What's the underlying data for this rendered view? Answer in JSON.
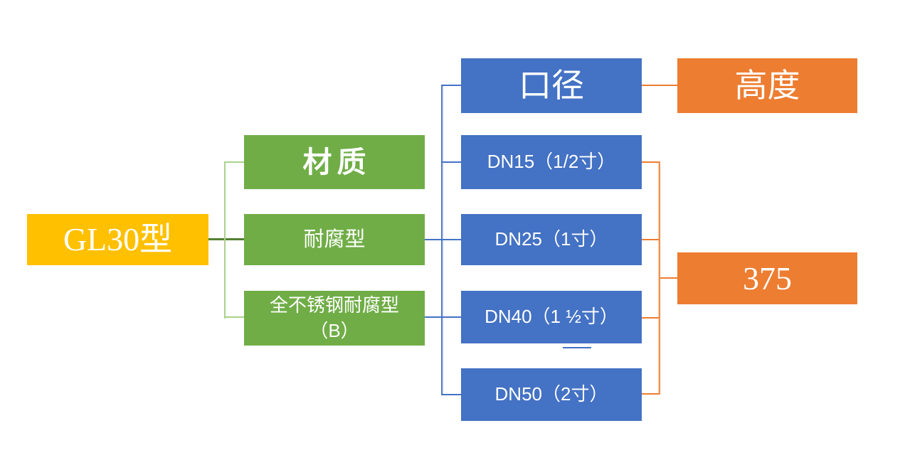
{
  "nodes": {
    "root": "GL30型",
    "material_header": "材质",
    "material_1": "耐腐型",
    "material_2_line1": "全不锈钢耐腐型",
    "material_2_line2": "（B）",
    "diameter_header": "口径",
    "dn15": "DN15（1/2寸）",
    "dn25": "DN25（1寸）",
    "dn40": "DN40（1 ½寸）",
    "dn50": "DN50（2寸）",
    "height_header": "高度",
    "height_value": "375"
  },
  "edges": [
    {
      "from": "GL30型",
      "to": [
        "材质",
        "耐腐型",
        "全不锈钢耐腐型（B）"
      ]
    },
    {
      "from": "耐腐型",
      "to": [
        "口径",
        "DN15（1/2寸）",
        "DN25（1寸）",
        "DN40（1 ½寸）",
        "DN50（2寸）"
      ]
    },
    {
      "from": "全不锈钢耐腐型（B）",
      "to": [
        "口径",
        "DN15（1/2寸）",
        "DN25（1寸）",
        "DN40（1 ½寸）",
        "DN50（2寸）"
      ]
    },
    {
      "from": "口径",
      "to": [
        "高度"
      ]
    },
    {
      "from": "DN15（1/2寸）",
      "to": [
        "375"
      ]
    },
    {
      "from": "DN25（1寸）",
      "to": [
        "375"
      ]
    },
    {
      "from": "DN40（1 ½寸）",
      "to": [
        "375"
      ]
    },
    {
      "from": "DN50（2寸）",
      "to": [
        "375"
      ]
    }
  ],
  "colors": {
    "root_fill": "#FFC000",
    "material_fill": "#70AD47",
    "diameter_fill": "#4472C4",
    "height_fill": "#ED7D31",
    "text_color": "#FFFFFF",
    "green_line_dark": "#538135",
    "green_line_light": "#A9D18E",
    "blue_line_dark": "#4472C4",
    "blue_line_light": "#B4C7E7",
    "orange_line_dark": "#ED7D31",
    "orange_line_light": "#F7CBAC"
  }
}
